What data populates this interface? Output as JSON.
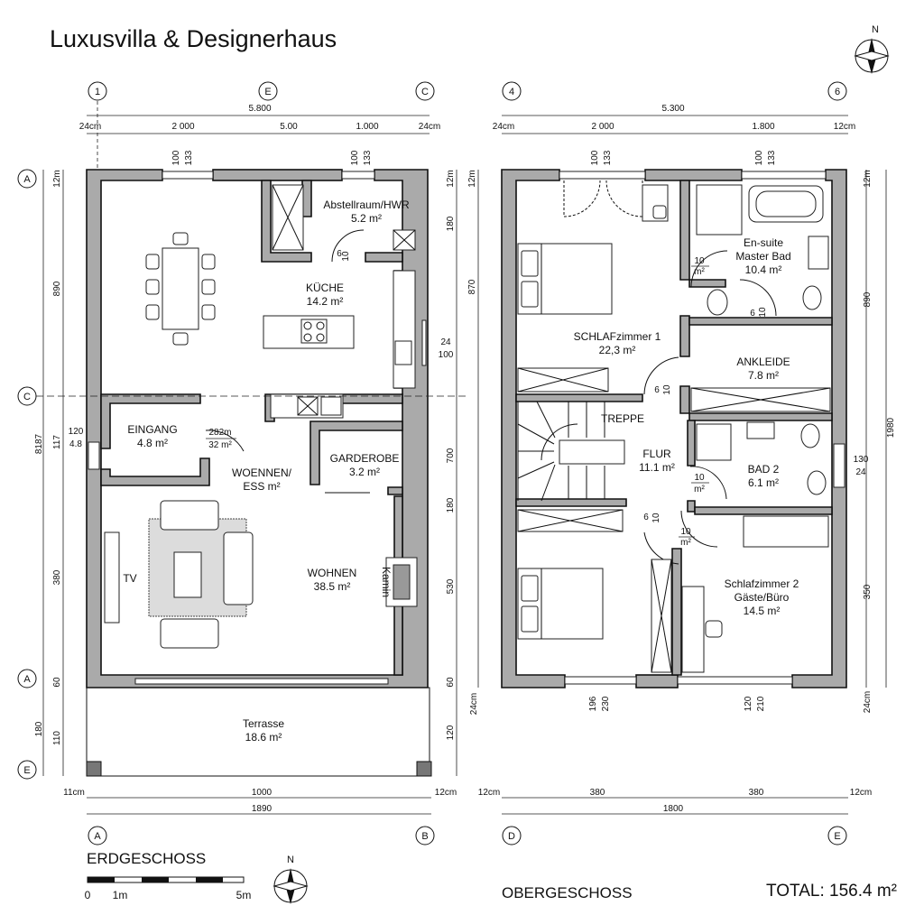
{
  "title": "Luxusvilla & Designerhaus",
  "floors": {
    "ground": {
      "label": "ERDGESCHOSS",
      "scale": {
        "start": "0",
        "mid": "1m",
        "end": "5m"
      },
      "axes_top": [
        "1",
        "E",
        "C"
      ],
      "axes_bottom": [
        "A",
        "B"
      ],
      "axes_left": [
        "A",
        "C",
        "A",
        "E"
      ],
      "dims_top_total": "5.800",
      "dims_top": [
        "24cm",
        "2 000",
        "5.00",
        "1.000",
        "24cm"
      ],
      "dims_bottom_total": "1890",
      "dims_bottom": [
        "11cm",
        "1000",
        "12cm"
      ],
      "dims_left": [
        "12m",
        "890",
        "117",
        "8187",
        "120",
        "4.8",
        "380",
        "60",
        "180",
        "110"
      ],
      "dims_right": [
        "12m",
        "180",
        "24",
        "100",
        "700",
        "180",
        "530",
        "60",
        "120",
        "24cm"
      ],
      "window_dims": [
        "100",
        "133",
        "100",
        "133"
      ],
      "door_codes": [
        "6",
        "10",
        "282m",
        "32 m²"
      ],
      "rooms": [
        {
          "name": "Abstellraum/HWR",
          "area": "5.2 m²"
        },
        {
          "name": "KÜCHE",
          "area": "14.2 m²"
        },
        {
          "name": "EINGANG",
          "area": "4.8 m²"
        },
        {
          "name": "GARDEROBE",
          "area": "3.2 m²"
        },
        {
          "name": "WOENNEN/",
          "area": "ESS m²"
        },
        {
          "name": "WOHNEN",
          "area": "38.5 m²"
        },
        {
          "name": "Terrasse",
          "area": "18.6 m²"
        }
      ],
      "labels": {
        "tv": "TV",
        "fireplace": "Kamin"
      }
    },
    "upper": {
      "label": "OBERGESCHOSS",
      "axes_top": [
        "4",
        "6"
      ],
      "axes_bottom": [
        "D",
        "E"
      ],
      "dims_top_total": "5.300",
      "dims_top": [
        "24cm",
        "2 000",
        "1.800",
        "12cm"
      ],
      "dims_bottom_total": "1800",
      "dims_bottom": [
        "12cm",
        "380",
        "380",
        "12cm"
      ],
      "dims_right": [
        "12m",
        "890",
        "1980",
        "130",
        "24",
        "350",
        "24cm"
      ],
      "dims_mid": [
        "12m",
        "870",
        "180",
        "700",
        "530"
      ],
      "window_dims": [
        "100",
        "133",
        "100",
        "133",
        "196",
        "230",
        "120",
        "210"
      ],
      "door_codes": [
        "10",
        "m²",
        "6",
        "10"
      ],
      "rooms": [
        {
          "name": "SCHLAFzimmer 1",
          "area": "22,3 m²"
        },
        {
          "name": "En-suite",
          "name2": "Master Bad",
          "area": "10.4 m²"
        },
        {
          "name": "ANKLEIDE",
          "area": "7.8 m²"
        },
        {
          "name": "TREPPE",
          "area": ""
        },
        {
          "name": "FLUR",
          "area": "11.1 m²"
        },
        {
          "name": "BAD 2",
          "area": "6.1 m²"
        },
        {
          "name": "Schlafzimmer 2",
          "name2": "Gäste/Büro",
          "area": "14.5 m²"
        }
      ]
    }
  },
  "total": "TOTAL: 156.4 m²",
  "north": "N"
}
